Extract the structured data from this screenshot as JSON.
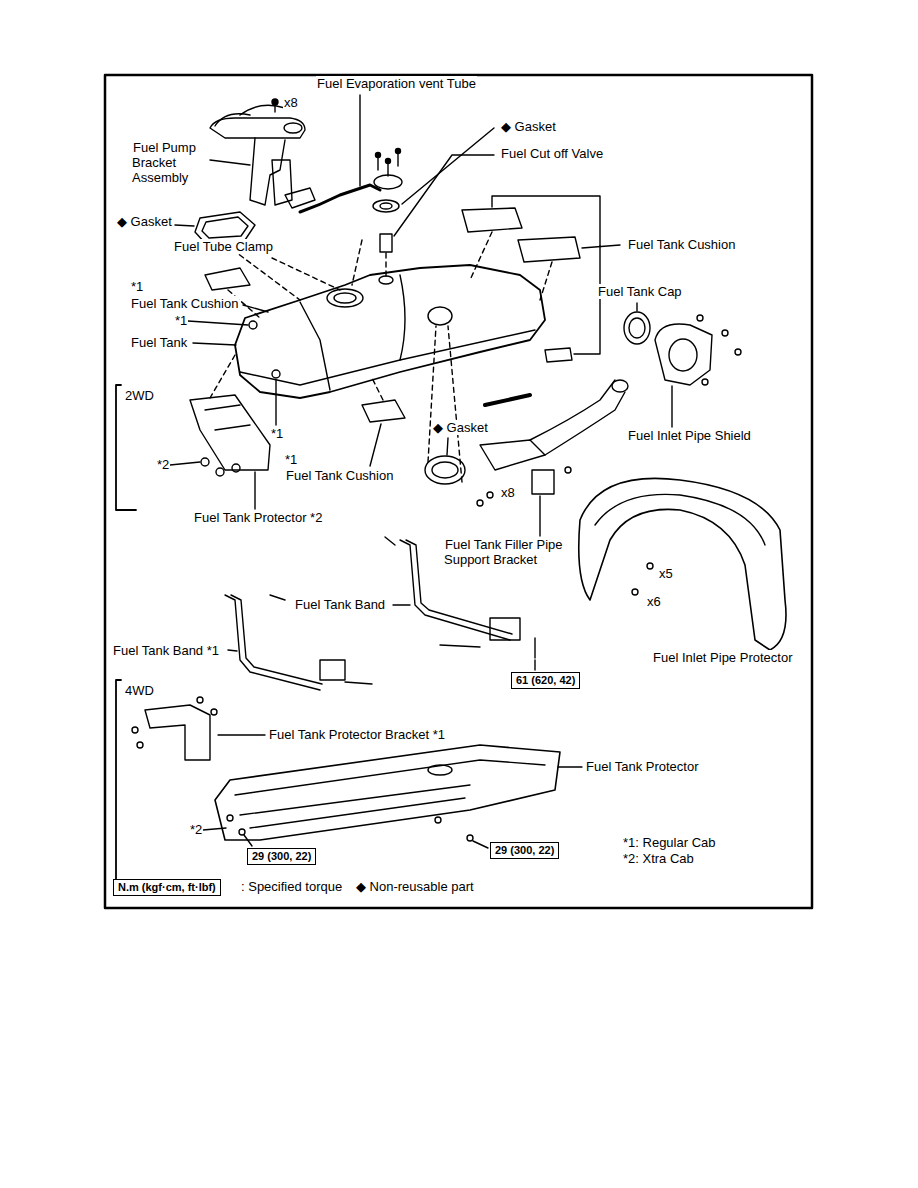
{
  "diagram": {
    "nodes": [
      {
        "text": [
          "61 (620, 42)"
        ]
      },
      {
        "text": [
          "29 (300, 22)"
        ]
      },
      {
        "text": [
          "29 (300, 22)"
        ]
      },
      {
        "text": [
          "N.m (kgf·cm, ft·lbf)"
        ]
      }
    ],
    "labels": [
      "Fuel Evaporation vent Tube",
      "x8",
      "◆ Gasket",
      "Fuel Cut off Valve",
      "Fuel Pump Bracket Assembly",
      "◆ Gasket",
      "Fuel Tube Clamp",
      "Fuel Tank Cushion",
      "*1",
      "Fuel Tank Cushion",
      "*1",
      "Fuel Tank",
      "Fuel Tank Cap",
      "2WD",
      "◆ Gasket",
      "Fuel Inlet Pipe Shield",
      "*1",
      "*2",
      "*1",
      "Fuel Tank Cushion",
      "x8",
      "Fuel Tank Protector *2",
      "Fuel Tank Filler Pipe Support Bracket",
      "Fuel Tank Band",
      "x5",
      "x6",
      "Fuel Tank Band *1",
      "Fuel Inlet Pipe Protector",
      "4WD",
      "Fuel Tank Protector Bracket *1",
      "Fuel Tank Protector",
      "*2",
      "*1: Regular Cab",
      "*2: Xtra Cab",
      ": Specified torque",
      "◆ Non-reusable part"
    ]
  }
}
